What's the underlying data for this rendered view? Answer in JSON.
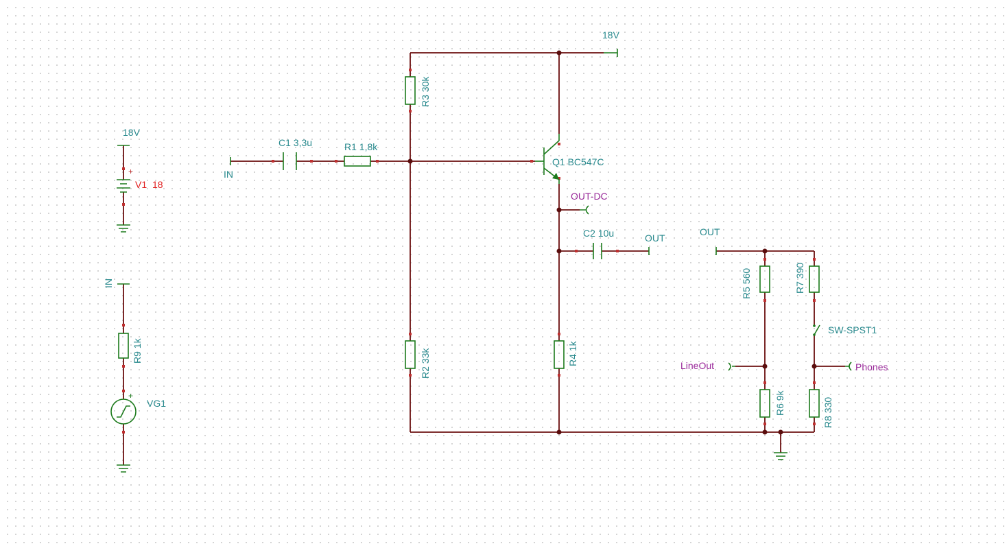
{
  "schematic": {
    "rails": {
      "top_supply": "18V",
      "battery_supply": "18V"
    },
    "battery": {
      "name": "V1",
      "value": "18",
      "plus": "+"
    },
    "generator": {
      "input_net": "IN",
      "name": "VG1",
      "plus": "+"
    },
    "input": {
      "net": "IN"
    },
    "components": {
      "R9": "R9 1k",
      "C1": "C1 3,3u",
      "R1": "R1 1,8k",
      "R3": "R3 30k",
      "R2": "R2 33k",
      "Q1": "Q1 BC547C",
      "C2": "C2 10u",
      "R4": "R4 1k",
      "R5": "R5 560",
      "R6": "R6 9k",
      "R7": "R7 390",
      "R8": "R8 330",
      "SW": "SW-SPST1"
    },
    "nets": {
      "out_dc": "OUT-DC",
      "out_c2": "OUT",
      "out_in": "OUT",
      "lineout": "LineOut",
      "phones": "Phones"
    }
  },
  "colors": {
    "wire": "#6b0f0f",
    "component": "#1b7a1b",
    "label": "#2a8a8e",
    "battery_label": "#e02020",
    "net_label": "#9a2a9a"
  }
}
